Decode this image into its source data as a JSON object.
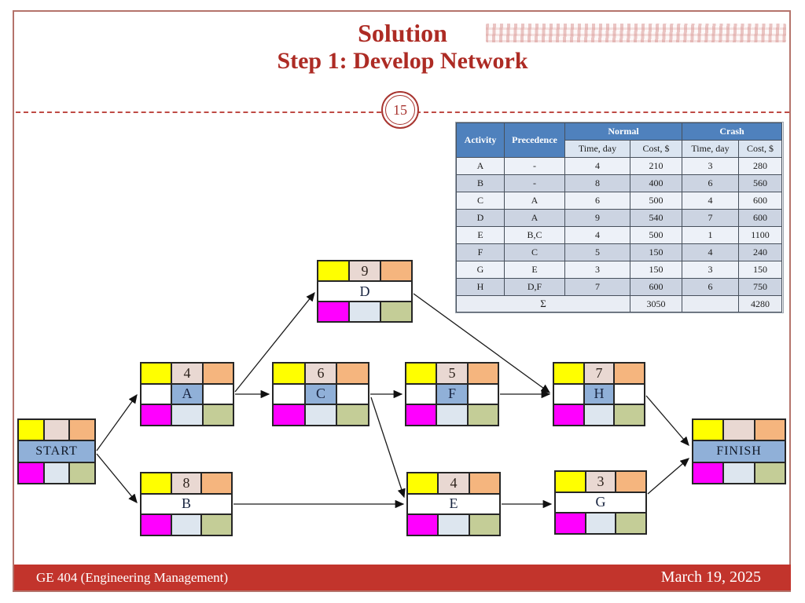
{
  "slide": {
    "title_line1": "Solution",
    "title_line2": "Step 1: Develop Network",
    "page_number": "15",
    "footer_left": "GE 404 (Engineering Management)",
    "footer_right": "March 19, 2025"
  },
  "table": {
    "headers": {
      "activity": "Activity",
      "precedence": "Precedence",
      "normal": "Normal",
      "crash": "Crash",
      "time": "Time, day",
      "cost": "Cost, $"
    },
    "rows": [
      [
        "A",
        "-",
        "4",
        "210",
        "3",
        "280"
      ],
      [
        "B",
        "-",
        "8",
        "400",
        "6",
        "560"
      ],
      [
        "C",
        "A",
        "6",
        "500",
        "4",
        "600"
      ],
      [
        "D",
        "A",
        "9",
        "540",
        "7",
        "600"
      ],
      [
        "E",
        "B,C",
        "4",
        "500",
        "1",
        "1100"
      ],
      [
        "F",
        "C",
        "5",
        "150",
        "4",
        "240"
      ],
      [
        "G",
        "E",
        "3",
        "150",
        "3",
        "150"
      ],
      [
        "H",
        "D,F",
        "7",
        "600",
        "6",
        "750"
      ]
    ],
    "sum": {
      "sigma": "Σ",
      "normal_cost": "3050",
      "crash_cost": "4280"
    }
  },
  "network": {
    "nodes": {
      "start": {
        "label": "START"
      },
      "finish": {
        "label": "FINISH"
      },
      "a": {
        "label": "A",
        "duration": "4"
      },
      "b": {
        "label": "B",
        "duration": "8"
      },
      "c": {
        "label": "C",
        "duration": "6"
      },
      "d": {
        "label": "D",
        "duration": "9"
      },
      "e": {
        "label": "E",
        "duration": "4"
      },
      "f": {
        "label": "F",
        "duration": "5"
      },
      "g": {
        "label": "G",
        "duration": "3"
      },
      "h": {
        "label": "H",
        "duration": "7"
      }
    },
    "edges": [
      "START→A",
      "START→B",
      "A→C",
      "A→D",
      "B→E",
      "C→E",
      "C→F",
      "D→H",
      "E→G",
      "F→H",
      "G→FINISH",
      "H→FINISH"
    ]
  },
  "colors": {
    "accent_red": "#ad2b24",
    "footer_red": "#c2342c",
    "frame_brown": "#b4736b",
    "table_header_blue": "#4f81bd",
    "table_subheader": "#dbe5f1",
    "row_light": "#edf1f8",
    "row_dark": "#ccd4e2",
    "node_yellow": "#ffff00",
    "node_pink": "#e9d8d2",
    "node_orange": "#f5b57e",
    "node_magenta": "#ff00ff",
    "node_lightblue": "#dde6ef",
    "node_olive": "#c4cd97",
    "node_blue": "#90b0d8"
  }
}
